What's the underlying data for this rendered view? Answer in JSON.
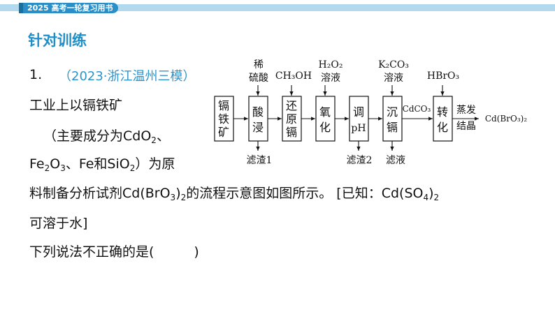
{
  "header": {
    "book_tag": "2025 高考一轮复习用书"
  },
  "section_title": "针对训练",
  "question": {
    "number": "1.",
    "source": "（2023·浙江温州三模）",
    "line1": "工业上以镉铁矿",
    "line2_pre": "（主要成分为CdO",
    "line2_sub": "2",
    "line2_post": "、",
    "line3": [
      "Fe",
      "2",
      "O",
      "3",
      "、Fe和SiO",
      "2",
      "）为原"
    ],
    "line4": [
      "料制备分析试剂Cd(BrO",
      "3",
      ")",
      "2",
      "的流程示意图如图所示。 [已知：Cd(SO",
      "4",
      ")",
      "2"
    ],
    "line5": "可溶于水]",
    "line6": "下列说法不正确的是(　　　)"
  },
  "flowchart": {
    "boxes": [
      [
        "镉",
        "铁",
        "矿"
      ],
      [
        "酸",
        "浸"
      ],
      [
        "还",
        "原",
        "镉"
      ],
      [
        "氧",
        "化"
      ],
      [
        "调",
        "pH"
      ],
      [
        "沉",
        "镉"
      ],
      [
        "转",
        "化"
      ]
    ],
    "reagents": {
      "acid_1": "稀",
      "acid_2": "硫酸",
      "methanol": "CH₃OH",
      "peroxide_1": "H₂O₂",
      "peroxide_2": "溶液",
      "carbonate_1": "K₂CO₃",
      "carbonate_2": "溶液",
      "hbro3": "HBrO₃"
    },
    "outputs": {
      "residue1": "滤渣1",
      "residue2": "滤渣2",
      "filtrate": "滤液",
      "cdco3": "CdCO₃",
      "evap_1": "蒸发",
      "evap_2": "结晶",
      "product": "Cd(BrO₃)₂"
    }
  }
}
